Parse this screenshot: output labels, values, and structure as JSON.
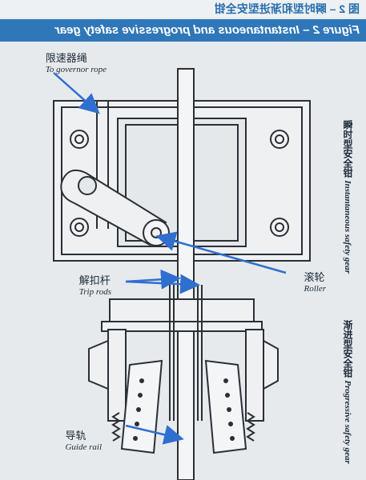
{
  "title": {
    "zh": "图 2 – 瞬时型和渐进型安全钳",
    "en": "Figure 2 – Instantaneous and progressive safety gear"
  },
  "labels": {
    "governor_zh": "限速器绳",
    "governor_en": "To governor rope",
    "trip_zh": "解扣杆",
    "trip_en": "Trip rods",
    "roller_zh": "滚轮",
    "roller_en": "Roller",
    "rail_zh": "导轨",
    "rail_en": "Guide rail",
    "instantaneous_zh": "瞬时型安全钳",
    "instantaneous_en": "Instantaneous safety gear",
    "progressive_zh": "渐进型安全钳",
    "progressive_en": "Progressive safety gear"
  },
  "colors": {
    "title_band": "#2f77b8",
    "title_text_zh": "#2a6fae",
    "arrow": "#2f6fd0",
    "line": "#2b2f36"
  }
}
